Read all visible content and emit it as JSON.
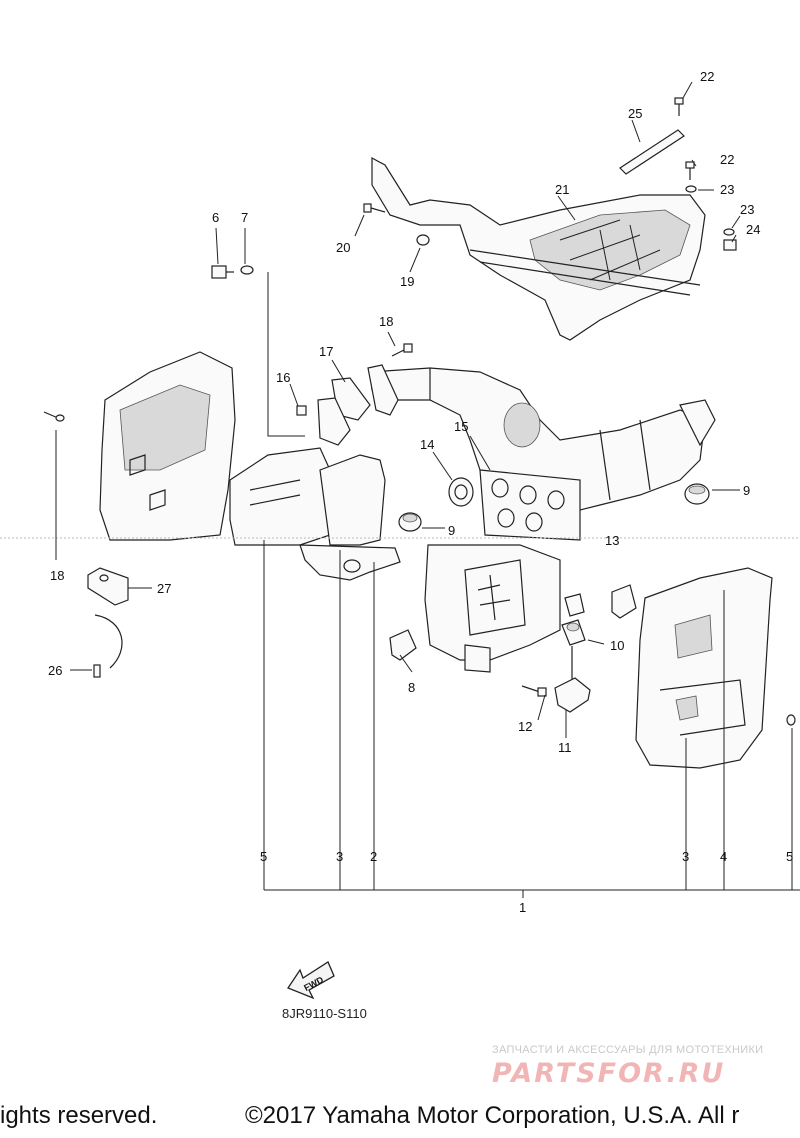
{
  "callouts": {
    "c1": "1",
    "c2": "2",
    "c3a": "3",
    "c3b": "3",
    "c4": "4",
    "c5a": "5",
    "c5b": "5",
    "c6": "6",
    "c7": "7",
    "c8": "8",
    "c9a": "9",
    "c9b": "9",
    "c10": "10",
    "c11": "11",
    "c12": "12",
    "c13": "13",
    "c14": "14",
    "c15": "15",
    "c16": "16",
    "c17": "17",
    "c18a": "18",
    "c18b": "18",
    "c19": "19",
    "c20": "20",
    "c21": "21",
    "c22a": "22",
    "c22b": "22",
    "c23a": "23",
    "c23b": "23",
    "c24": "24",
    "c25": "25",
    "c26": "26",
    "c27": "27"
  },
  "fwd_label": "FWD",
  "diagram_code": "8JR9110-S110",
  "watermark": {
    "tagline": "ЗАПЧАСТИ И АКСЕССУАРЫ ДЛЯ МОТОТЕХНИКИ",
    "logo": "PARTSFOR.RU"
  },
  "footer": {
    "left": "ights reserved.",
    "right": "©2017 Yamaha Motor Corporation, U.S.A. All r"
  },
  "colors": {
    "line": "#222222",
    "shade": "#d9d9d9",
    "watermark_logo": "#f2b5b5"
  }
}
